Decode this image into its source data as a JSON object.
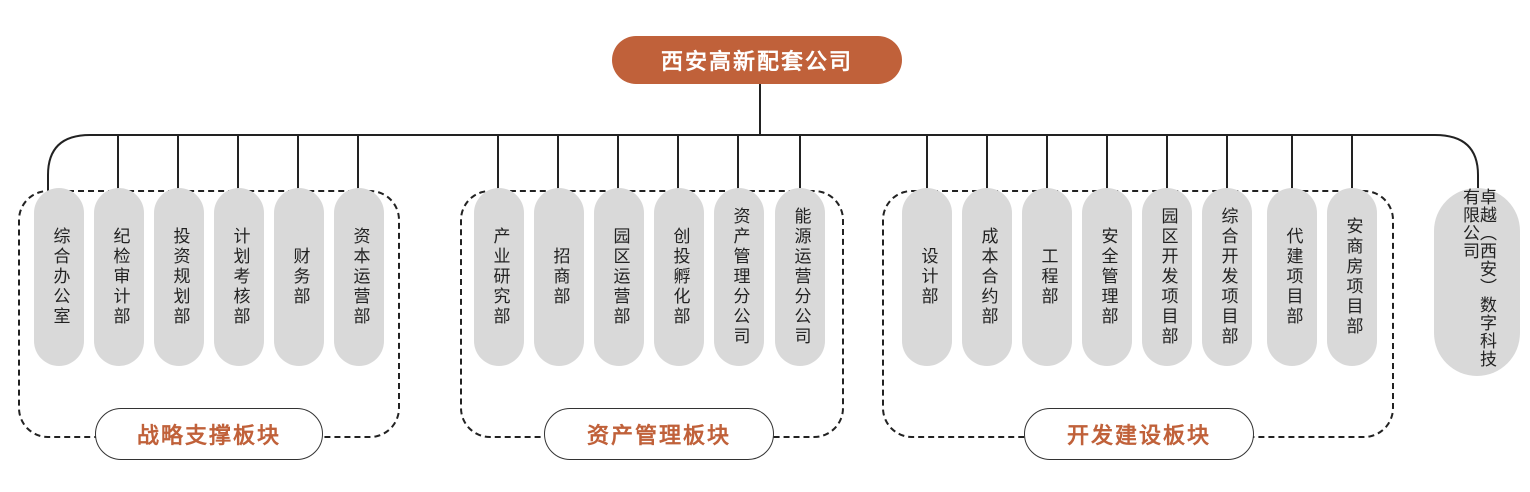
{
  "root": {
    "label": "西安高新配套公司"
  },
  "groups": [
    {
      "label": "战略支撑板块"
    },
    {
      "label": "资产管理板块"
    },
    {
      "label": "开发建设板块"
    }
  ],
  "departments": [
    {
      "label": "综合办公室"
    },
    {
      "label": "纪检审计部"
    },
    {
      "label": "投资规划部"
    },
    {
      "label": "计划考核部"
    },
    {
      "label": "财务部"
    },
    {
      "label": "资本运营部"
    },
    {
      "label": "产业研究部"
    },
    {
      "label": "招商部"
    },
    {
      "label": "园区运营部"
    },
    {
      "label": "创投孵化部"
    },
    {
      "label": "资产管理分公司"
    },
    {
      "label": "能源运营分公司"
    },
    {
      "label": "设计部"
    },
    {
      "label": "成本合约部"
    },
    {
      "label": "工程部"
    },
    {
      "label": "安全管理部"
    },
    {
      "label": "园区开发项目部"
    },
    {
      "label": "综合开发项目部"
    },
    {
      "label": "代建项目部"
    },
    {
      "label": "安商房项目部"
    },
    {
      "label": "卓越（西安）数字科技有限公司"
    }
  ],
  "colors": {
    "accent": "#c0613a",
    "node_fill": "#d9d9d9",
    "line": "#222222"
  }
}
